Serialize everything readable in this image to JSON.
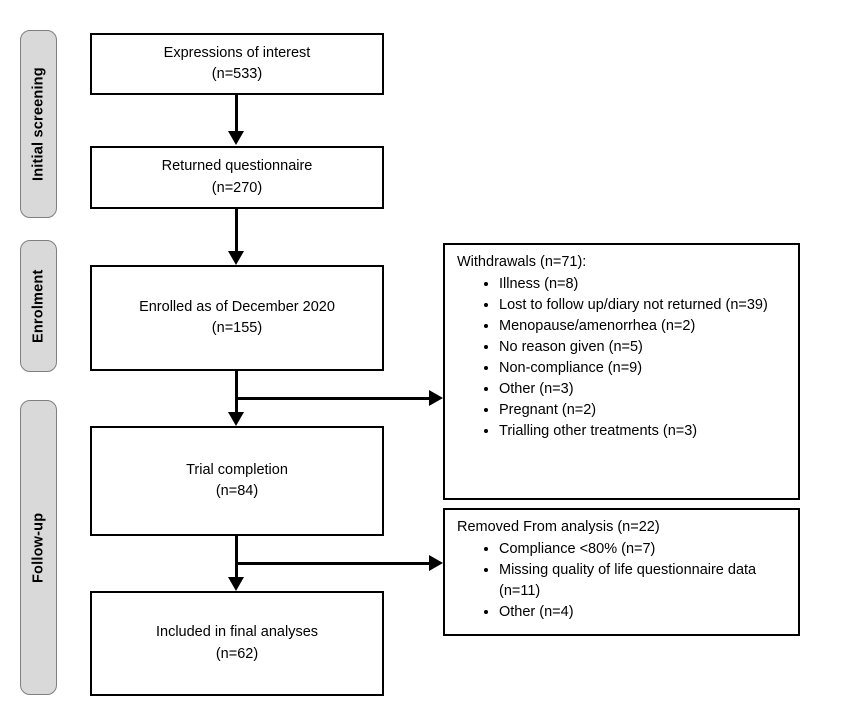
{
  "diagram": {
    "stages": [
      {
        "label": "Initial screening"
      },
      {
        "label": "Enrolment"
      },
      {
        "label": "Follow-up"
      }
    ],
    "flow_boxes": [
      {
        "title": "Expressions of interest",
        "n": "(n=533)"
      },
      {
        "title": "Returned questionnaire",
        "n": "(n=270)"
      },
      {
        "title": "Enrolled as of December 2020",
        "n": "(n=155)"
      },
      {
        "title": "Trial completion",
        "n": "(n=84)"
      },
      {
        "title": "Included in final analyses",
        "n": "(n=62)"
      }
    ],
    "side_boxes": [
      {
        "title": "Withdrawals (n=71):",
        "items": [
          "Illness (n=8)",
          "Lost to follow up/diary not returned (n=39)",
          "Menopause/amenorrhea (n=2)",
          "No reason given (n=5)",
          "Non-compliance (n=9)",
          "Other (n=3)",
          "Pregnant (n=2)",
          "Trialling other treatments (n=3)"
        ]
      },
      {
        "title": "Removed From analysis (n=22)",
        "items": [
          "Compliance <80% (n=7)",
          "Missing quality of life questionnaire data (n=11)",
          "Other (n=4)"
        ]
      }
    ]
  }
}
